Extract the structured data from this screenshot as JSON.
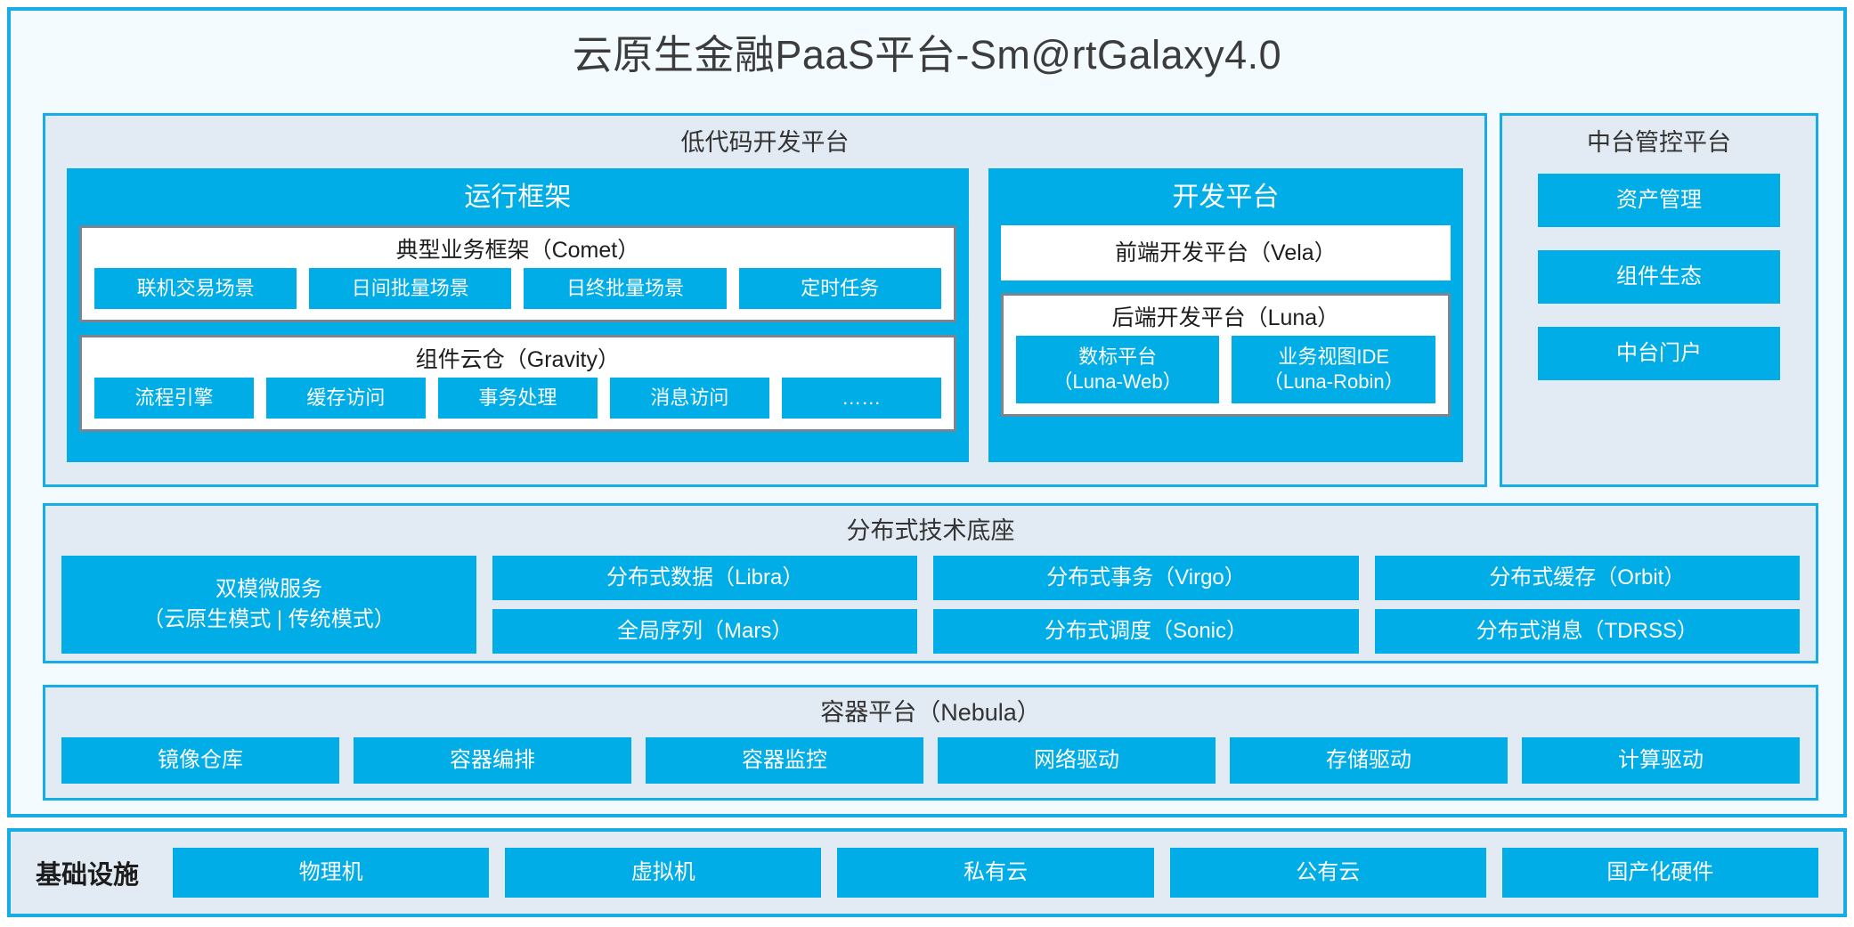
{
  "colors": {
    "accent_blue": "#00ade6",
    "frame_blue": "#18ace5",
    "panel_bg": "#e2eaf3",
    "page_bg": "#f3fbfe",
    "box_border_gray": "#7b8491",
    "text_dark": "#1d1d1d"
  },
  "title": "云原生金融PaaS平台-Sm@rtGalaxy4.0",
  "lowcode": {
    "title": "低代码开发平台",
    "runtime": {
      "title": "运行框架",
      "comet": {
        "title": "典型业务框架（Comet）",
        "chips": [
          "联机交易场景",
          "日间批量场景",
          "日终批量场景",
          "定时任务"
        ]
      },
      "gravity": {
        "title": "组件云仓（Gravity）",
        "chips": [
          "流程引擎",
          "缓存访问",
          "事务处理",
          "消息访问",
          "……"
        ]
      }
    },
    "devplatform": {
      "title": "开发平台",
      "vela": "前端开发平台（Vela）",
      "luna": {
        "title": "后端开发平台（Luna）",
        "chips": [
          {
            "line1": "数标平台",
            "line2": "（Luna-Web）"
          },
          {
            "line1": "业务视图IDE",
            "line2": "（Luna-Robin）"
          }
        ]
      }
    }
  },
  "mgmt": {
    "title": "中台管控平台",
    "items": [
      "资产管理",
      "组件生态",
      "中台门户"
    ]
  },
  "techbase": {
    "title": "分布式技术底座",
    "wide_chip": {
      "line1": "双模微服务",
      "line2": "（云原生模式 | 传统模式）"
    },
    "columns": [
      [
        "分布式数据（Libra）",
        "全局序列（Mars）"
      ],
      [
        "分布式事务（Virgo）",
        "分布式调度（Sonic）"
      ],
      [
        "分布式缓存（Orbit）",
        "分布式消息（TDRSS）"
      ]
    ]
  },
  "container": {
    "title": "容器平台（Nebula）",
    "chips": [
      "镜像仓库",
      "容器编排",
      "容器监控",
      "网络驱动",
      "存储驱动",
      "计算驱动"
    ]
  },
  "infra": {
    "label": "基础设施",
    "chips": [
      "物理机",
      "虚拟机",
      "私有云",
      "公有云",
      "国产化硬件"
    ]
  }
}
